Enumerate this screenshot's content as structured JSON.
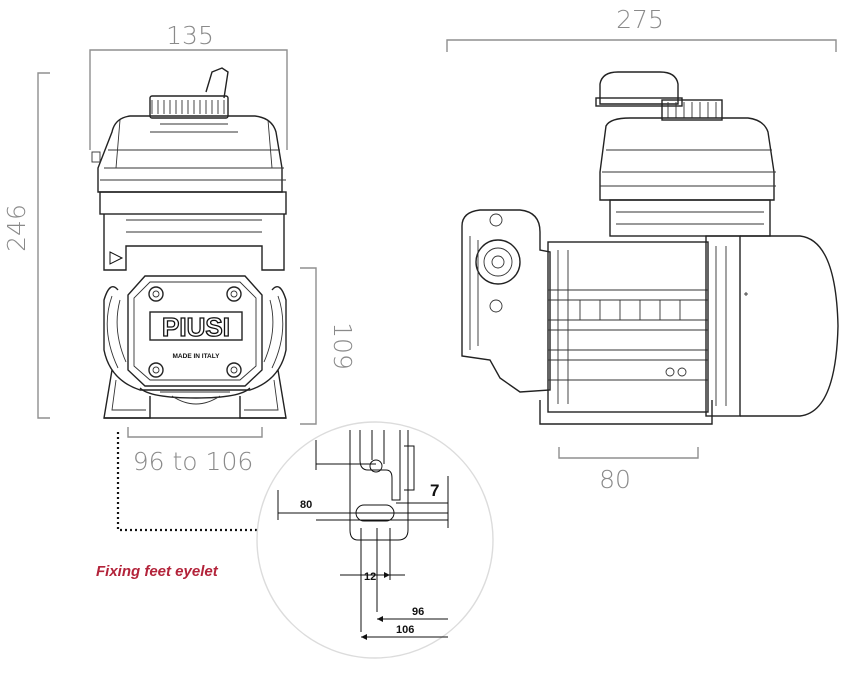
{
  "dimensions": {
    "front_width": "135",
    "front_height": "246",
    "front_feet": "96 to 106",
    "front_side": "109",
    "side_length": "275",
    "side_feet": "80"
  },
  "brand": {
    "logo": "PIUSI",
    "made_in": "MADE IN ITALY"
  },
  "eyelet": {
    "caption": "Fixing feet eyelet",
    "label_80": "80",
    "label_7": "7",
    "label_12": "12",
    "label_96": "96",
    "label_106": "106"
  },
  "colors": {
    "caption": "#b3233a",
    "dimension": "#8a8a8a",
    "outline": "#222222"
  }
}
